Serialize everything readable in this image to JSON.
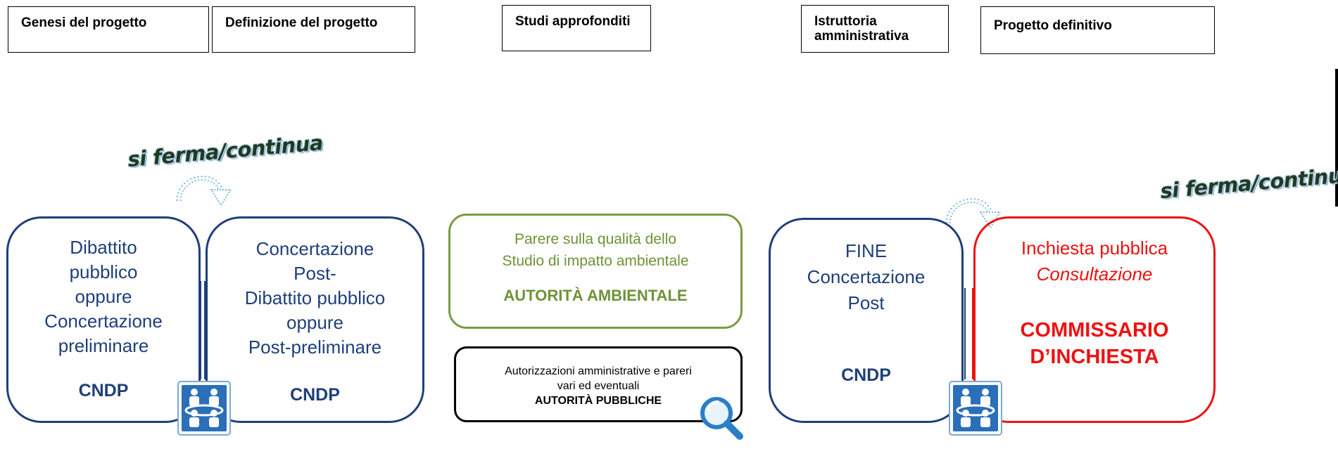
{
  "phases": {
    "genesi": "Genesi del progetto",
    "definizione": "Definizione del progetto",
    "studi": "Studi approfonditi",
    "istruttoria": "Istruttoria amministrativa",
    "definitivo": "Progetto definitivo"
  },
  "stop_continue": {
    "left": "si ferma/continua",
    "right": "si ferma/continua"
  },
  "box_dibattito": {
    "lines": [
      "Dibattito",
      "pubblico",
      "oppure",
      "Concertazione",
      "preliminare"
    ],
    "authority": "CNDP"
  },
  "box_concertazione_post": {
    "lines": [
      "Concertazione",
      "Post-",
      "Dibattito pubblico",
      "oppure",
      "Post-preliminare"
    ],
    "authority": "CNDP"
  },
  "box_parere": {
    "lines": [
      "Parere sulla qualità dello",
      "Studio di impatto ambientale"
    ],
    "authority": "AUTORITÀ AMBIENTALE"
  },
  "box_autorizzazioni": {
    "lines": [
      "Autorizzazioni amministrative e pareri",
      "vari ed eventuali"
    ],
    "authority": "AUTORITÀ PUBBLICHE"
  },
  "box_fine": {
    "lines": [
      "FINE",
      "Concertazione",
      "Post"
    ],
    "authority": "CNDP"
  },
  "box_inchiesta": {
    "title": "Inchiesta pubblica",
    "subtitle": "Consultazione",
    "authority_line1": "COMMISSARIO",
    "authority_line2": "D’INCHIESTA"
  },
  "colors": {
    "blue": "#1f3f7a",
    "green": "#7a9a44",
    "red": "#ee1111",
    "icon_blue": "#2a6fb8"
  },
  "icons": {
    "meeting": "meeting-people-icon",
    "search": "magnifier-icon",
    "cycle": "curved-arrow-icon"
  }
}
